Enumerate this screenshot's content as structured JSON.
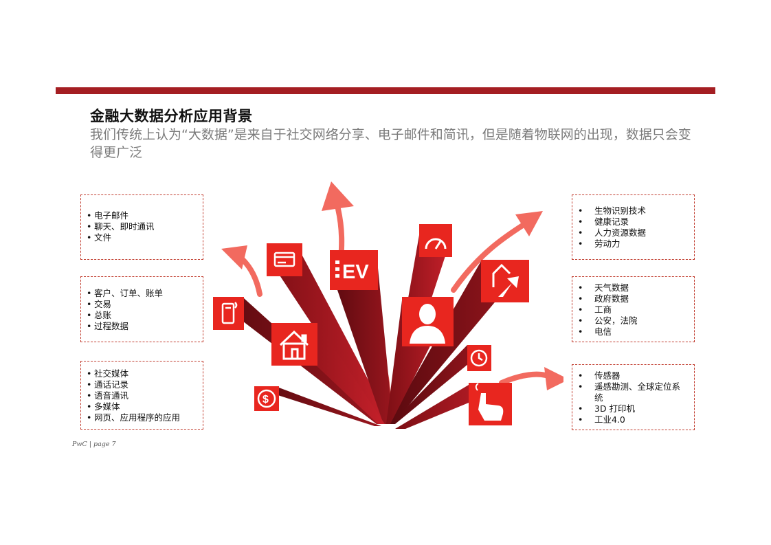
{
  "header": {
    "title": "金融大数据分析应用背景",
    "subtitle": "我们传统上认为“大数据”是来自于社交网络分享、电子邮件和简讯，但是随着物联网的出现，数据只会变得更广泛"
  },
  "left_boxes": [
    {
      "items": [
        "电子邮件",
        "聊天、即时通讯",
        "文件"
      ]
    },
    {
      "items": [
        "客户、订单、账单",
        "交易",
        "总账",
        "过程数据"
      ]
    },
    {
      "items": [
        "社交媒体",
        "通话记录",
        "语音通讯",
        "多媒体",
        "网页、应用程序的应用"
      ]
    }
  ],
  "right_boxes": [
    {
      "items": [
        "生物识别技术",
        "健康记录",
        "人力资源数据",
        "劳动力"
      ]
    },
    {
      "items": [
        "天气数据",
        "政府数据",
        "工商",
        "公安，法院",
        "电信"
      ]
    },
    {
      "items": [
        "传感器",
        "遥感勘测、全球定位系统",
        "3D 打印机",
        "工业4.0"
      ]
    }
  ],
  "icons": {
    "ev_label": "EV",
    "dollar_label": "$"
  },
  "colors": {
    "brand_bar": "#a41e22",
    "box_border": "#c0392b",
    "tile_red": "#e8261f",
    "arrow_pink": "#f26a5f"
  },
  "footer": {
    "text": "PwC | page 7"
  }
}
